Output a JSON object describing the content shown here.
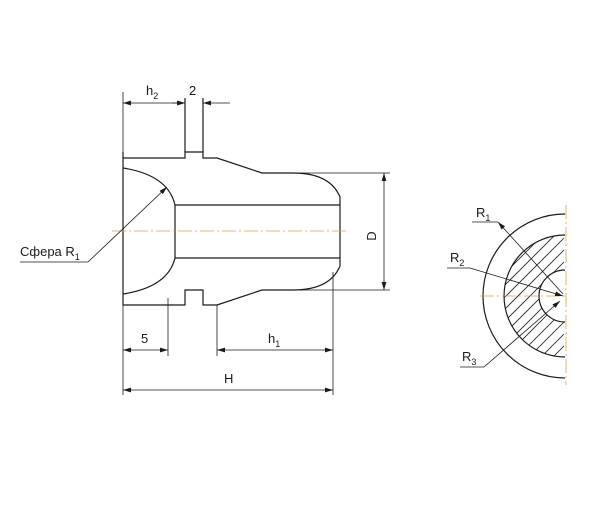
{
  "labels": {
    "h2": "h",
    "h2_sub": "2",
    "two": "2",
    "sphere": "Сфера R",
    "sphere_sub": "1",
    "D": "D",
    "five": "5",
    "h1": "h",
    "h1_sub": "1",
    "H": "H",
    "R1": "R",
    "R1_sub": "1",
    "R2": "R",
    "R2_sub": "2",
    "R3": "R",
    "R3_sub": "3"
  },
  "colors": {
    "line": "#1a1a1a",
    "axis": "#d9a441"
  }
}
